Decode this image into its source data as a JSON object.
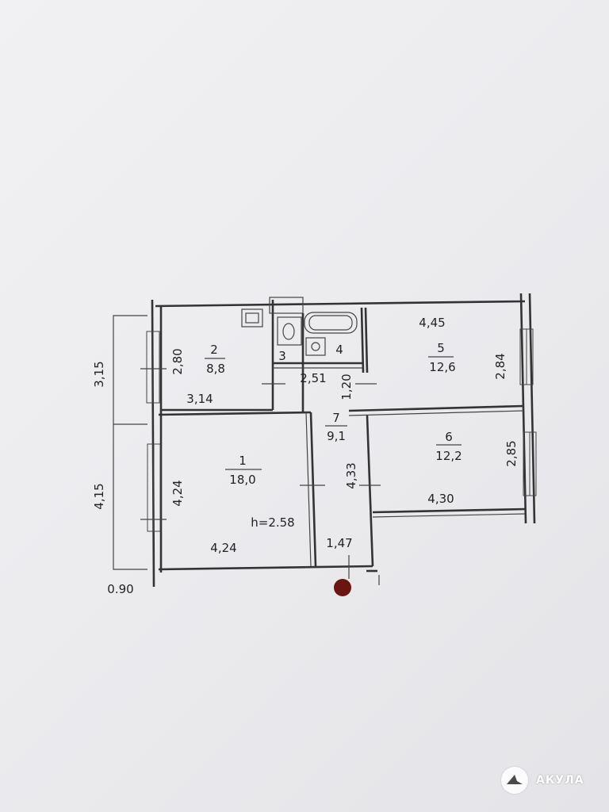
{
  "rooms": [
    {
      "number": "1",
      "area": "18,0"
    },
    {
      "number": "2",
      "area": "8,8"
    },
    {
      "number": "3"
    },
    {
      "number": "4"
    },
    {
      "number": "5",
      "area": "12,6"
    },
    {
      "number": "6",
      "area": "12,2"
    },
    {
      "number": "7",
      "area": "9,1"
    }
  ],
  "ceiling_height": "h=2.58",
  "dimensions": {
    "room2_height": "2,80",
    "room2_width": "3,14",
    "room1_height": "4,24",
    "room1_width": "4,24",
    "balcony_top": "3,15",
    "balcony_bottom": "4,15",
    "balcony_depth": "0.90",
    "bath_width": "2,51",
    "bath_depth": "1,20",
    "hall_length": "4,33",
    "hall_width": "1,47",
    "room5_width": "4,45",
    "room5_height": "2,84",
    "room6_width": "4,30",
    "room6_height": "2,85"
  },
  "watermark": "АКУЛА"
}
